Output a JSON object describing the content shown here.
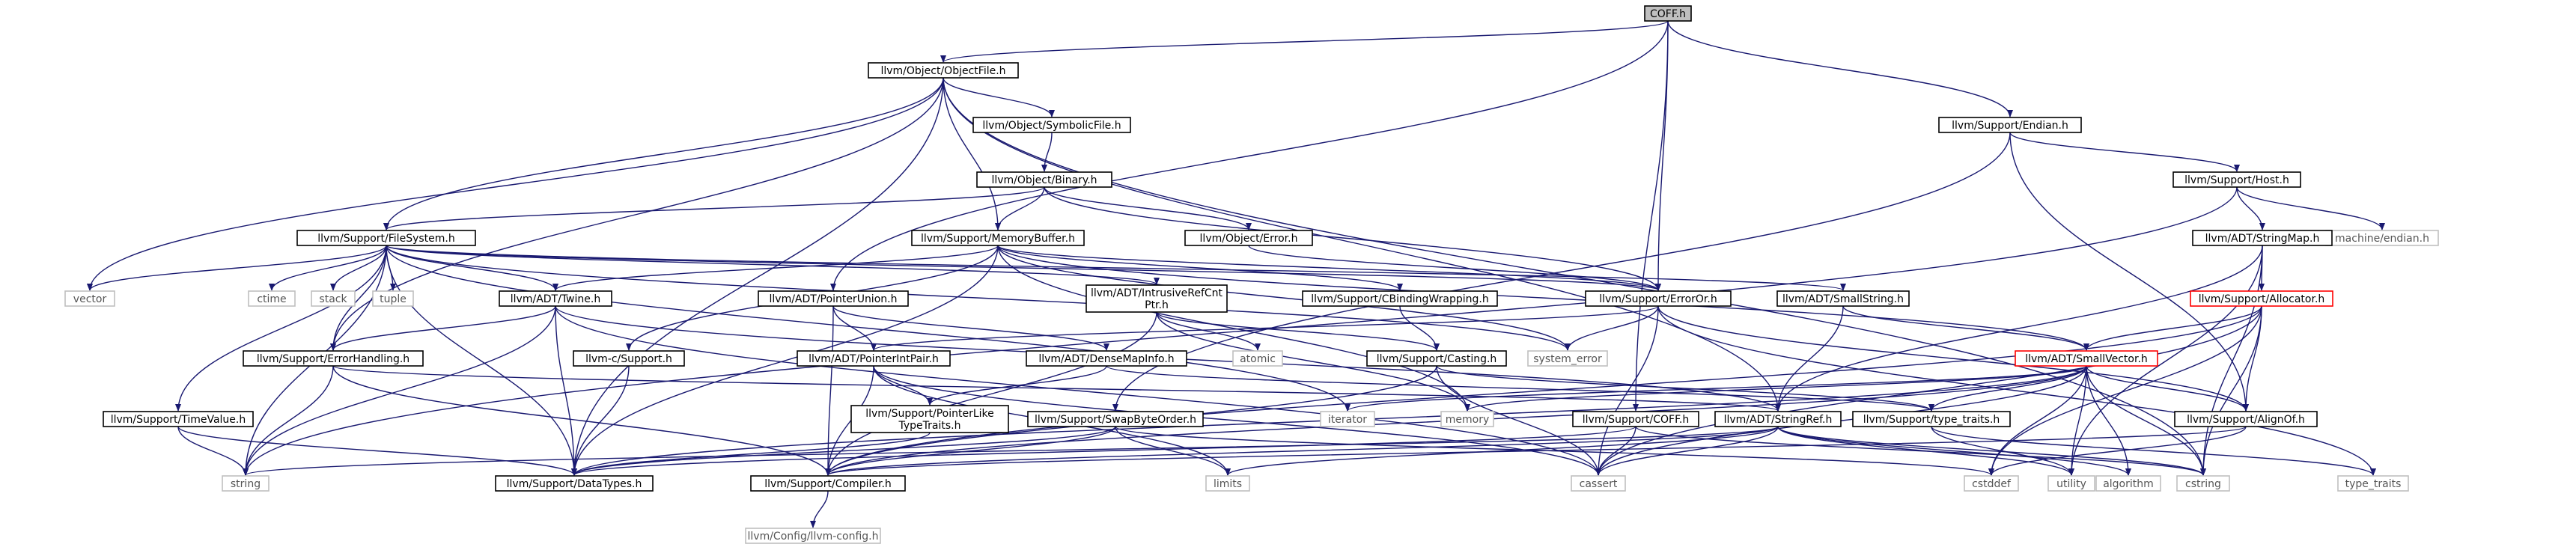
{
  "graph": {
    "colors": {
      "edge": "#191970",
      "node_border_default": "#000000",
      "node_border_truncated": "#ff0000",
      "node_border_system": "#bfbfbf",
      "root_fill": "#bfbfbf",
      "text_default": "#000000",
      "text_system": "#555555"
    },
    "nodes": [
      {
        "id": "coff",
        "label": "COFF.h",
        "kind": "root"
      },
      {
        "id": "objectfile",
        "label": "llvm/Object/ObjectFile.h",
        "kind": "normal"
      },
      {
        "id": "endian",
        "label": "llvm/Support/Endian.h",
        "kind": "normal"
      },
      {
        "id": "symbolicfile",
        "label": "llvm/Object/SymbolicFile.h",
        "kind": "normal"
      },
      {
        "id": "binary",
        "label": "llvm/Object/Binary.h",
        "kind": "normal"
      },
      {
        "id": "host",
        "label": "llvm/Support/Host.h",
        "kind": "normal"
      },
      {
        "id": "machineendian",
        "label": "machine/endian.h",
        "kind": "system"
      },
      {
        "id": "filesystem",
        "label": "llvm/Support/FileSystem.h",
        "kind": "normal"
      },
      {
        "id": "memorybuffer",
        "label": "llvm/Support/MemoryBuffer.h",
        "kind": "normal"
      },
      {
        "id": "objerror",
        "label": "llvm/Object/Error.h",
        "kind": "normal"
      },
      {
        "id": "stringmap",
        "label": "llvm/ADT/StringMap.h",
        "kind": "normal"
      },
      {
        "id": "vector",
        "label": "vector",
        "kind": "system"
      },
      {
        "id": "ctime",
        "label": "ctime",
        "kind": "system"
      },
      {
        "id": "stack",
        "label": "stack",
        "kind": "system"
      },
      {
        "id": "tuple",
        "label": "tuple",
        "kind": "system"
      },
      {
        "id": "twine",
        "label": "llvm/ADT/Twine.h",
        "kind": "normal"
      },
      {
        "id": "pointerunion",
        "label": "llvm/ADT/PointerUnion.h",
        "kind": "normal"
      },
      {
        "id": "intrusive",
        "label": "llvm/ADT/IntrusiveRefCnt\nPtr.h",
        "kind": "normal"
      },
      {
        "id": "cbinding",
        "label": "llvm/Support/CBindingWrapping.h",
        "kind": "normal"
      },
      {
        "id": "erroror",
        "label": "llvm/Support/ErrorOr.h",
        "kind": "normal"
      },
      {
        "id": "smallstring",
        "label": "llvm/ADT/SmallString.h",
        "kind": "normal"
      },
      {
        "id": "allocator",
        "label": "llvm/Support/Allocator.h",
        "kind": "truncated"
      },
      {
        "id": "errorhandling",
        "label": "llvm/Support/ErrorHandling.h",
        "kind": "normal"
      },
      {
        "id": "csupport",
        "label": "llvm-c/Support.h",
        "kind": "normal"
      },
      {
        "id": "pointerintpair",
        "label": "llvm/ADT/PointerIntPair.h",
        "kind": "normal"
      },
      {
        "id": "densemapinfo",
        "label": "llvm/ADT/DenseMapInfo.h",
        "kind": "normal"
      },
      {
        "id": "atomic",
        "label": "atomic",
        "kind": "system"
      },
      {
        "id": "casting",
        "label": "llvm/Support/Casting.h",
        "kind": "normal"
      },
      {
        "id": "system_error",
        "label": "system_error",
        "kind": "system"
      },
      {
        "id": "smallvector",
        "label": "llvm/ADT/SmallVector.h",
        "kind": "truncated"
      },
      {
        "id": "timevalue",
        "label": "llvm/Support/TimeValue.h",
        "kind": "normal"
      },
      {
        "id": "ptrliketypetraits",
        "label": "llvm/Support/PointerLike\nTypeTraits.h",
        "kind": "normal"
      },
      {
        "id": "swapbyteorder",
        "label": "llvm/Support/SwapByteOrder.h",
        "kind": "normal"
      },
      {
        "id": "iterator",
        "label": "iterator",
        "kind": "system"
      },
      {
        "id": "memory",
        "label": "memory",
        "kind": "system"
      },
      {
        "id": "supportcoff",
        "label": "llvm/Support/COFF.h",
        "kind": "normal"
      },
      {
        "id": "stringref",
        "label": "llvm/ADT/StringRef.h",
        "kind": "normal"
      },
      {
        "id": "typetraitsh",
        "label": "llvm/Support/type_traits.h",
        "kind": "normal"
      },
      {
        "id": "alignof",
        "label": "llvm/Support/AlignOf.h",
        "kind": "normal"
      },
      {
        "id": "string",
        "label": "string",
        "kind": "system"
      },
      {
        "id": "datatypes",
        "label": "llvm/Support/DataTypes.h",
        "kind": "normal"
      },
      {
        "id": "compiler",
        "label": "llvm/Support/Compiler.h",
        "kind": "normal"
      },
      {
        "id": "limits",
        "label": "limits",
        "kind": "system"
      },
      {
        "id": "cassert",
        "label": "cassert",
        "kind": "system"
      },
      {
        "id": "cstddef",
        "label": "cstddef",
        "kind": "system"
      },
      {
        "id": "utility",
        "label": "utility",
        "kind": "system"
      },
      {
        "id": "algorithm",
        "label": "algorithm",
        "kind": "system"
      },
      {
        "id": "cstring",
        "label": "cstring",
        "kind": "system"
      },
      {
        "id": "type_traits",
        "label": "type_traits",
        "kind": "system"
      },
      {
        "id": "llvmconfig",
        "label": "llvm/Config/llvm-config.h",
        "kind": "system"
      }
    ],
    "edges": [
      [
        "coff",
        "objectfile"
      ],
      [
        "coff",
        "endian"
      ],
      [
        "coff",
        "erroror"
      ],
      [
        "coff",
        "supportcoff"
      ],
      [
        "coff",
        "pointerunion"
      ],
      [
        "objectfile",
        "symbolicfile"
      ],
      [
        "objectfile",
        "memorybuffer"
      ],
      [
        "objectfile",
        "filesystem"
      ],
      [
        "objectfile",
        "vector"
      ],
      [
        "objectfile",
        "errorhandling"
      ],
      [
        "objectfile",
        "datatypes"
      ],
      [
        "objectfile",
        "stringref"
      ],
      [
        "objectfile",
        "cstring"
      ],
      [
        "symbolicfile",
        "binary"
      ],
      [
        "binary",
        "objerror"
      ],
      [
        "binary",
        "memorybuffer"
      ],
      [
        "binary",
        "filesystem"
      ],
      [
        "binary",
        "erroror"
      ],
      [
        "endian",
        "host"
      ],
      [
        "endian",
        "alignof"
      ],
      [
        "endian",
        "swapbyteorder"
      ],
      [
        "host",
        "stringmap"
      ],
      [
        "host",
        "machineendian"
      ],
      [
        "host",
        "string"
      ],
      [
        "stringmap",
        "allocator"
      ],
      [
        "stringmap",
        "stringref"
      ],
      [
        "stringmap",
        "cstring"
      ],
      [
        "stringmap",
        "utility"
      ],
      [
        "filesystem",
        "vector"
      ],
      [
        "filesystem",
        "ctime"
      ],
      [
        "filesystem",
        "stack"
      ],
      [
        "filesystem",
        "tuple"
      ],
      [
        "filesystem",
        "twine"
      ],
      [
        "filesystem",
        "errorhandling"
      ],
      [
        "filesystem",
        "timevalue"
      ],
      [
        "filesystem",
        "string"
      ],
      [
        "filesystem",
        "datatypes"
      ],
      [
        "filesystem",
        "intrusive"
      ],
      [
        "filesystem",
        "erroror"
      ],
      [
        "filesystem",
        "smallstring"
      ],
      [
        "filesystem",
        "iterator"
      ],
      [
        "filesystem",
        "system_error"
      ],
      [
        "memorybuffer",
        "twine"
      ],
      [
        "memorybuffer",
        "csupport"
      ],
      [
        "memorybuffer",
        "cbinding"
      ],
      [
        "memorybuffer",
        "erroror"
      ],
      [
        "memorybuffer",
        "memory"
      ],
      [
        "memorybuffer",
        "system_error"
      ],
      [
        "memorybuffer",
        "datatypes"
      ],
      [
        "memorybuffer",
        "smallvector"
      ],
      [
        "objerror",
        "erroror"
      ],
      [
        "twine",
        "errorhandling"
      ],
      [
        "twine",
        "string"
      ],
      [
        "twine",
        "datatypes"
      ],
      [
        "twine",
        "stringref"
      ],
      [
        "twine",
        "cassert"
      ],
      [
        "pointerunion",
        "pointerintpair"
      ],
      [
        "pointerunion",
        "densemapinfo"
      ],
      [
        "pointerunion",
        "compiler"
      ],
      [
        "intrusive",
        "atomic"
      ],
      [
        "intrusive",
        "memory"
      ],
      [
        "intrusive",
        "compiler"
      ],
      [
        "intrusive",
        "casting"
      ],
      [
        "cbinding",
        "casting"
      ],
      [
        "erroror",
        "alignof"
      ],
      [
        "erroror",
        "system_error"
      ],
      [
        "erroror",
        "type_traits"
      ],
      [
        "erroror",
        "cassert"
      ],
      [
        "erroror",
        "pointerintpair"
      ],
      [
        "smallstring",
        "smallvector"
      ],
      [
        "smallstring",
        "stringref"
      ],
      [
        "allocator",
        "smallvector"
      ],
      [
        "allocator",
        "alignof"
      ],
      [
        "allocator",
        "compiler"
      ],
      [
        "allocator",
        "cstddef"
      ],
      [
        "allocator",
        "cassert"
      ],
      [
        "allocator",
        "cstring"
      ],
      [
        "errorhandling",
        "string"
      ],
      [
        "errorhandling",
        "compiler"
      ],
      [
        "errorhandling",
        "stringref"
      ],
      [
        "csupport",
        "datatypes"
      ],
      [
        "pointerintpair",
        "ptrliketypetraits"
      ],
      [
        "pointerintpair",
        "compiler"
      ],
      [
        "pointerintpair",
        "limits"
      ],
      [
        "pointerintpair",
        "cassert"
      ],
      [
        "densemapinfo",
        "ptrliketypetraits"
      ],
      [
        "densemapinfo",
        "typetraitsh"
      ],
      [
        "casting",
        "cassert"
      ],
      [
        "casting",
        "typetraitsh"
      ],
      [
        "casting",
        "compiler"
      ],
      [
        "smallvector",
        "alignof"
      ],
      [
        "smallvector",
        "typetraitsh"
      ],
      [
        "smallvector",
        "compiler"
      ],
      [
        "smallvector",
        "memory"
      ],
      [
        "smallvector",
        "iterator"
      ],
      [
        "smallvector",
        "algorithm"
      ],
      [
        "smallvector",
        "cstring"
      ],
      [
        "smallvector",
        "cassert"
      ],
      [
        "smallvector",
        "cstddef"
      ],
      [
        "smallvector",
        "utility"
      ],
      [
        "smallvector",
        "datatypes"
      ],
      [
        "timevalue",
        "string"
      ],
      [
        "timevalue",
        "datatypes"
      ],
      [
        "ptrliketypetraits",
        "datatypes"
      ],
      [
        "swapbyteorder",
        "compiler"
      ],
      [
        "swapbyteorder",
        "datatypes"
      ],
      [
        "swapbyteorder",
        "limits"
      ],
      [
        "swapbyteorder",
        "cstddef"
      ],
      [
        "supportcoff",
        "datatypes"
      ],
      [
        "supportcoff",
        "cassert"
      ],
      [
        "supportcoff",
        "cstring"
      ],
      [
        "stringref",
        "compiler"
      ],
      [
        "stringref",
        "algorithm"
      ],
      [
        "stringref",
        "cassert"
      ],
      [
        "stringref",
        "cstring"
      ],
      [
        "stringref",
        "limits"
      ],
      [
        "stringref",
        "string"
      ],
      [
        "stringref",
        "utility"
      ],
      [
        "typetraitsh",
        "utility"
      ],
      [
        "typetraitsh",
        "type_traits"
      ],
      [
        "alignof",
        "compiler"
      ],
      [
        "alignof",
        "cstddef"
      ],
      [
        "compiler",
        "llvmconfig"
      ]
    ]
  }
}
